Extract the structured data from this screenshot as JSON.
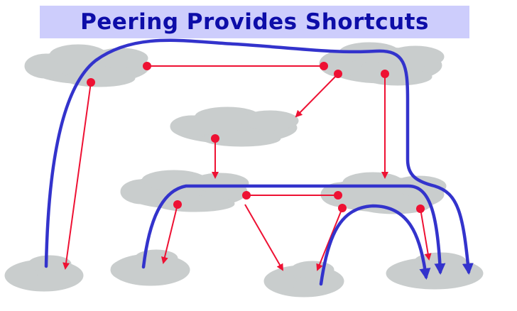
{
  "title": "Peering Provides Shortcuts",
  "colors": {
    "title_bg": "#cdcdfc",
    "title_text": "#0d0da8",
    "cloud": "#c9cdcd",
    "link": "#ee1133",
    "shortcut": "#3333cc"
  },
  "clouds": [
    {
      "id": "tier1-left"
    },
    {
      "id": "tier1-right"
    },
    {
      "id": "tier2-middle"
    },
    {
      "id": "tier2-left"
    },
    {
      "id": "tier2-right"
    },
    {
      "id": "stub-1"
    },
    {
      "id": "stub-2"
    },
    {
      "id": "stub-3"
    },
    {
      "id": "stub-4"
    }
  ],
  "links": [
    {
      "type": "peering",
      "from": "tier1-left",
      "to": "tier1-right"
    },
    {
      "type": "provider-customer",
      "from": "tier1-left",
      "to": "stub-1"
    },
    {
      "type": "provider-customer",
      "from": "tier1-right",
      "to": "tier2-middle"
    },
    {
      "type": "provider-customer",
      "from": "tier1-right",
      "to": "tier2-right"
    },
    {
      "type": "provider-customer",
      "from": "tier2-middle",
      "to": "tier2-left"
    },
    {
      "type": "peering",
      "from": "tier2-left",
      "to": "tier2-right"
    },
    {
      "type": "provider-customer",
      "from": "tier2-left",
      "to": "stub-2"
    },
    {
      "type": "provider-customer",
      "from": "tier2-left",
      "to": "stub-3"
    },
    {
      "type": "provider-customer",
      "from": "tier2-right",
      "to": "stub-3"
    },
    {
      "type": "provider-customer",
      "from": "tier2-right",
      "to": "stub-4"
    }
  ],
  "paths": [
    {
      "id": "shortcut-top"
    },
    {
      "id": "shortcut-middle"
    },
    {
      "id": "shortcut-arch"
    }
  ]
}
